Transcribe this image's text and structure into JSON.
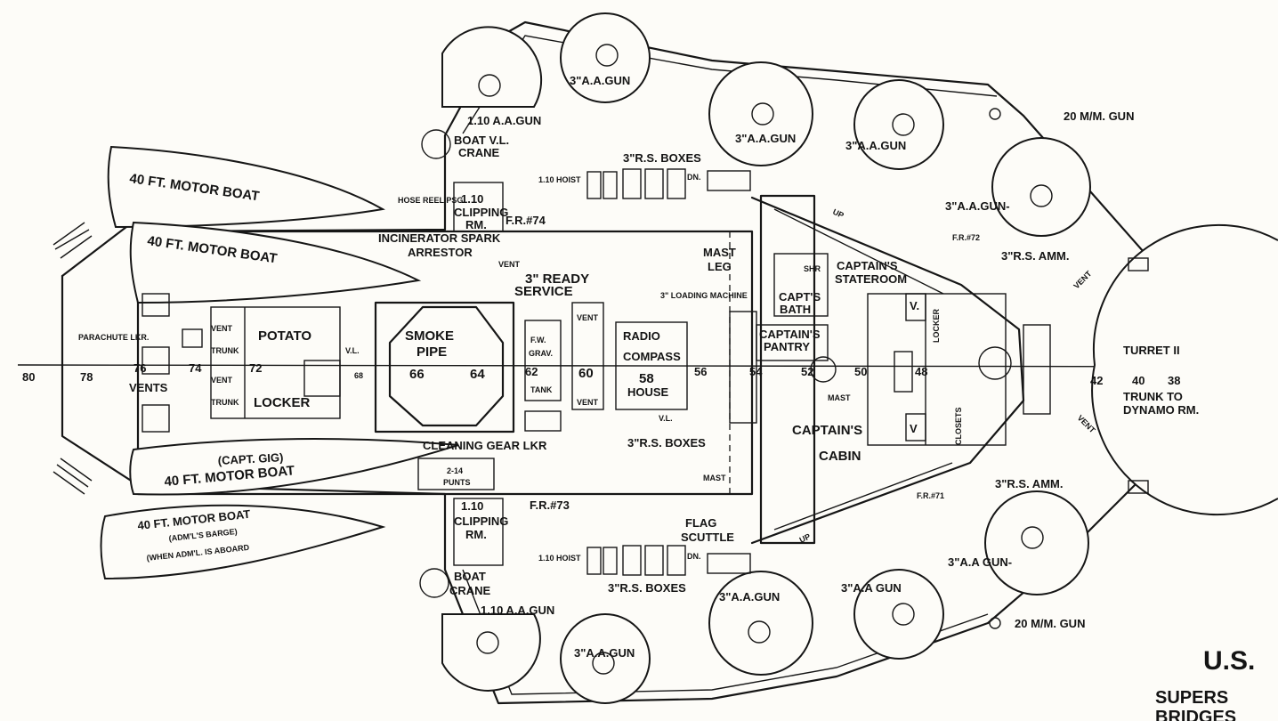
{
  "labels": {
    "aa_gun_3_a": "3\"A.A.GUN",
    "aa_gun_3_b": "3\"A.A.GUN",
    "aa_gun_3_c": "3\"A.A.GUN",
    "aa_gun_3_d": "3\"A.A.GUN-",
    "aa_gun_3_e": "3\"A.A GUN-",
    "aa_gun_3_f": "3\"A.A.GUN",
    "aa_gun_3_g": "3\"A.A GUN",
    "aa_gun_3_h": "3\"A.A.GUN",
    "aa_gun_110_top": "1.10 A.A.GUN",
    "aa_gun_110_bottom": "1.10 A.A.GUN",
    "gun_20mm_top": "20 M/M. GUN",
    "gun_20mm_bottom": "20 M/M. GUN",
    "boat_crane_top_1": "BOAT V.L.",
    "boat_crane_top_2": "CRANE",
    "boat_crane_bottom_1": "BOAT",
    "boat_crane_bottom_2": "CRANE",
    "rs_boxes_top": "3\"R.S. BOXES",
    "rs_boxes_mid": "3\"R.S. BOXES",
    "rs_boxes_bottom": "3\"R.S. BOXES",
    "hoist_top": "1.10 HOIST",
    "hoist_bottom": "1.10 HOIST",
    "dn_top": "DN.",
    "dn_bottom": "DN.",
    "clipping_top_1": "1.10",
    "clipping_top_2": "CLIPPING",
    "clipping_top_3": "RM.",
    "clipping_bottom_1": "1.10",
    "clipping_bottom_2": "CLIPPING",
    "clipping_bottom_3": "RM.",
    "fr74": "F.R.#74",
    "fr73": "F.R.#73",
    "fr72": "F.R.#72",
    "fr71": "F.R.#71",
    "hose_reel": "HOSE REEL PSG.",
    "incinerator_1": "INCINERATOR SPARK",
    "incinerator_2": "ARRESTOR",
    "vent_a": "VENT",
    "ready_service_1": "3\" READY",
    "ready_service_2": "SERVICE",
    "loading_machine": "3\" LOADING MACHINE",
    "mast_leg_1": "MAST",
    "mast_leg_2": "LEG",
    "motor_boat_1": "40 FT. MOTOR BOAT",
    "motor_boat_2": "40 FT. MOTOR BOAT",
    "motor_boat_3": "40 FT. MOTOR BOAT",
    "capt_gig": "(CAPT. GIG)",
    "motor_boat_4": "40 FT. MOTOR BOAT",
    "admls_barge": "(ADM'L'S BARGE)",
    "when_adml": "(WHEN ADM'L. IS ABOARD",
    "parachute": "PARACHUTE LKR.",
    "vents": "VENTS",
    "vent_trunk_1": "VENT",
    "vent_trunk_2": "TRUNK",
    "vent_trunk_3": "VENT",
    "vent_trunk_4": "TRUNK",
    "potato": "POTATO",
    "locker_1": "LOCKER",
    "vl_1": "V.L.",
    "smoke_pipe_1": "SMOKE",
    "smoke_pipe_2": "PIPE",
    "fw_grav_1": "F.W.",
    "fw_grav_2": "GRAV.",
    "fw_grav_3": "TANK",
    "vent_b": "VENT",
    "vent_c": "VENT",
    "radio_1": "RADIO",
    "compass": "COMPASS",
    "rouge": "HOUSE",
    "vl_2": "V.L.",
    "cleaning_gear": "CLEANING GEAR LKR",
    "punts_1": "2-14",
    "punts_2": "PUNTS",
    "mast_1": "MAST",
    "mast_2": "MAST",
    "flag_scuttle_1": "FLAG",
    "flag_scuttle_2": "SCUTTLE",
    "shr": "SHR",
    "capts_bath_1": "CAPT'S",
    "capts_bath_2": "BATH",
    "captains_stateroom_1": "CAPTAIN'S",
    "captains_stateroom_2": "STATEROOM",
    "captains_pantry_1": "CAPTAIN'S",
    "captains_pantry_2": "PANTRY",
    "captains_cabin_1": "CAPTAIN'S",
    "captains_cabin_2": "CABIN",
    "locker_2": "LOCKER",
    "closets": "CLOSETS",
    "v1": "V.",
    "v2": "V",
    "rs_amm_top": "3\"R.S. AMM.",
    "rs_amm_bottom": "3\"R.S. AMM.",
    "turret": "TURRET II",
    "trunk_dynamo_1": "TRUNK TO",
    "trunk_dynamo_2": "DYNAMO RM.",
    "vent_d": "VENT",
    "vent_e": "VENT",
    "up_1": "UP",
    "up_2": "UP",
    "frame_80": "80",
    "frame_78": "78",
    "frame_76": "76",
    "frame_74": "74",
    "frame_72": "72",
    "frame_68": "68",
    "frame_66": "66",
    "frame_64": "64",
    "frame_62": "62",
    "frame_60": "60",
    "frame_58": "58",
    "frame_56": "56",
    "frame_54": "54",
    "frame_52": "52",
    "frame_50": "50",
    "frame_48": "48",
    "frame_42": "42",
    "frame_40": "40",
    "frame_38": "38",
    "title": "U.S.",
    "subtitle_1": "SUPERS",
    "subtitle_2": "BRIDGES"
  }
}
